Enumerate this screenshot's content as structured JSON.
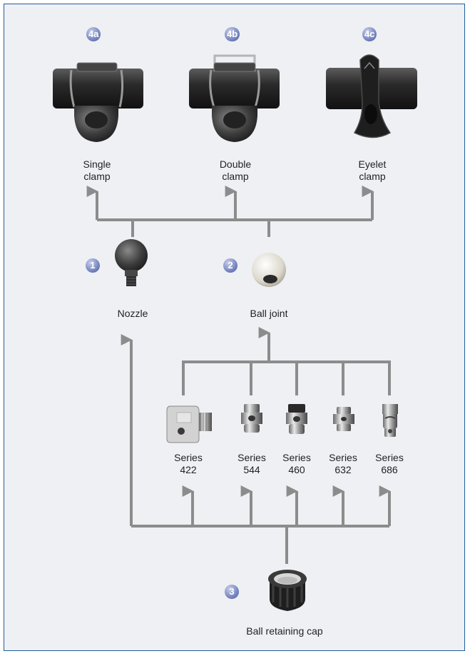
{
  "colors": {
    "frame_border": "#1f5e9c",
    "background": "#eef0f4",
    "connector": "#8c8c8c",
    "badge": "#6b7bb8"
  },
  "badges": {
    "b4a": "4a",
    "b4b": "4b",
    "b4c": "4c",
    "b1": "1",
    "b2": "2",
    "b3": "3"
  },
  "clamps": {
    "single": {
      "line1": "Single",
      "line2": "clamp",
      "icon": "single-clamp-icon"
    },
    "double": {
      "line1": "Double",
      "line2": "clamp",
      "icon": "double-clamp-icon"
    },
    "eyelet": {
      "line1": "Eyelet",
      "line2": "clamp",
      "icon": "eyelet-clamp-icon"
    }
  },
  "nozzle": {
    "label": "Nozzle",
    "icon": "nozzle-icon"
  },
  "ball_joint": {
    "label": "Ball joint",
    "icon": "ball-joint-icon"
  },
  "series": [
    {
      "line1": "Series",
      "line2": "422",
      "icon": "tip-422-icon"
    },
    {
      "line1": "Series",
      "line2": "544",
      "icon": "tip-544-icon"
    },
    {
      "line1": "Series",
      "line2": "460",
      "icon": "tip-460-icon"
    },
    {
      "line1": "Series",
      "line2": "632",
      "icon": "tip-632-icon"
    },
    {
      "line1": "Series",
      "line2": "686",
      "icon": "tip-686-icon"
    }
  ],
  "cap": {
    "label": "Ball retaining cap",
    "icon": "ball-retaining-cap-icon"
  }
}
